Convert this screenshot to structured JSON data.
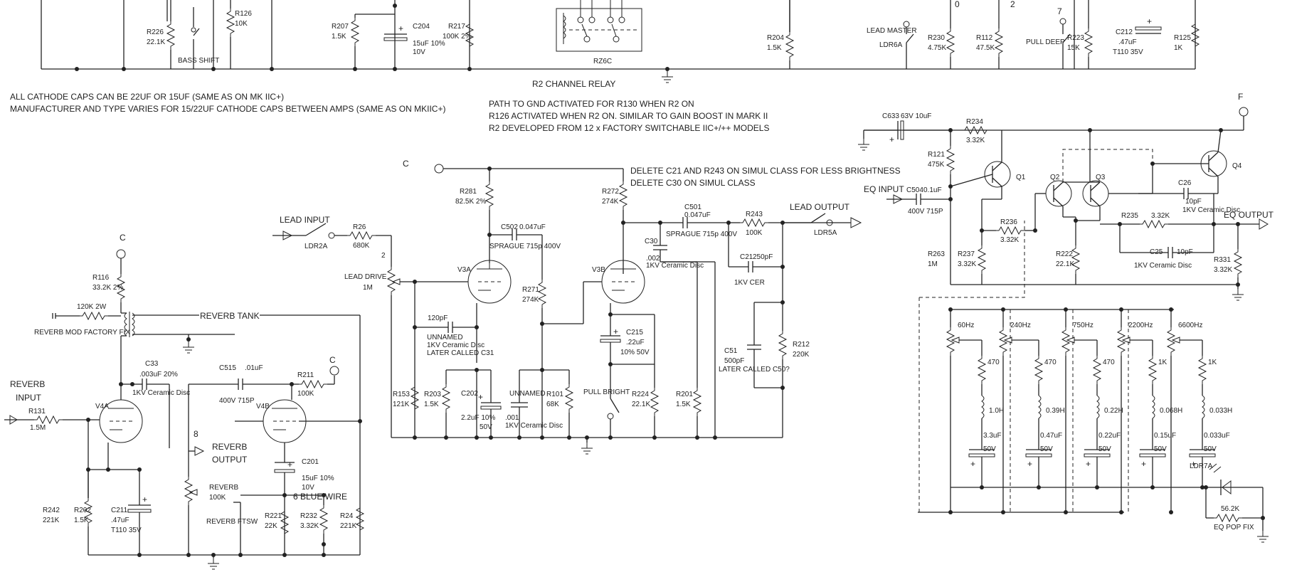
{
  "notes": {
    "cathode_caps": "ALL CATHODE CAPS CAN BE 22UF OR 15UF (SAME AS ON MK IIC+)",
    "manufacturer": "MANUFACTURER AND TYPE VARIES FOR 15/22UF CATHODE CAPS BETWEEN AMPS (SAME AS ON MKIIC+)",
    "path_gnd": "PATH TO GND ACTIVATED FOR R130 WHEN R2 ON",
    "r126_active": "R126 ACTIVATED WHEN R2 ON. SIMILAR TO GAIN BOOST IN MARK II",
    "r2_developed": "R2 DEVELOPED FROM 12 x FACTORY SWITCHABLE IIC+/++ MODELS",
    "delete_c21": "DELETE C21 AND R243 ON SIMUL CLASS FOR LESS BRIGHTNESS",
    "delete_c30": "DELETE C30 ON SIMUL CLASS"
  },
  "top": {
    "r226": "R226",
    "r226_val": "22.1K",
    "r126": "R126",
    "r126_val": "10K",
    "bass_shift": "BASS SHIFT",
    "r207": "R207",
    "r207_val": "1.5K",
    "c204": "C204",
    "c204_val1": "15uF 10%",
    "c204_val2": "10V",
    "r217": "R217",
    "r217_val": "100K 2%",
    "rz6c": "RZ6C",
    "r2_relay": "R2 CHANNEL RELAY",
    "r204": "R204",
    "r204_val": "1.5K",
    "lead_master": "LEAD MASTER",
    "ldr6a": "LDR6A",
    "num0": "0",
    "num2": "2",
    "num7": "7",
    "r230": "R230",
    "r230_val": "4.75K",
    "r112": "R112",
    "r112_val": "47.5K",
    "pull_deep": "PULL DEEP",
    "r223": "R223",
    "r223_val": "15K",
    "c212": "C212",
    "c212_val1": ".47uF",
    "c212_val2": "T110 35V",
    "r125": "R125",
    "r125_val": "1K"
  },
  "mid": {
    "c_label": "C",
    "r281": "R281",
    "r281_val": "82.5K 2%",
    "c502": "C502",
    "c502_val": "0.047uF",
    "c502_type": "SPRAGUE 715p 400V",
    "r272": "R272",
    "r272_val": "274K",
    "c501": "C501",
    "c501_val": "0.047uF",
    "c501_type": "SPRAGUE 715p 400V",
    "r243": "R243",
    "r243_val": "100K",
    "lead_output": "LEAD OUTPUT",
    "ldr5a": "LDR5A",
    "lead_input": "LEAD INPUT",
    "ldr2a": "LDR2A",
    "r26": "R26",
    "r26_val": "680K",
    "num2": "2",
    "lead_drive": "LEAD DRIVE",
    "lead_drive_val": "1M",
    "v3a": "V3A",
    "v3b": "V3B",
    "r271": "R271",
    "r271_val": "274K",
    "c30": "C30",
    "c30_val": ".002",
    "c30_type": "1KV Ceramic Disc",
    "c21": "C21",
    "c21_val": "250pF",
    "c21_type": "1KV CER",
    "c120": "120pF",
    "unnamed1": "UNNAMED",
    "unnamed1_type": "1KV Ceramic Disc",
    "later_c31": "LATER CALLED C31",
    "c215": "C215",
    "c215_val": ".22uF",
    "c215_v": "10% 50V",
    "c51": "C51",
    "c51_val": "500pF",
    "later_c50": "LATER CALLED C50?",
    "r212": "R212",
    "r212_val": "220K",
    "r153": "R153",
    "r153_val": "121K",
    "r203": "R203",
    "r203_val": "1.5K",
    "c202": "C202",
    "c202_val": "2.2uF 10%",
    "c202_v": "50V",
    "unnamed2": "UNNAMED",
    "unnamed2_val": ".001",
    "unnamed2_type": "1KV Ceramic Disc",
    "r101": "R101",
    "r101_val": "68K",
    "pull_bright": "PULL BRIGHT",
    "r224": "R224",
    "r224_val": "22.1K",
    "r201": "R201",
    "r201_val": "1.5K"
  },
  "reverb": {
    "c_label": "C",
    "r116": "R116",
    "r116_val": "33.2K 2%",
    "r120k": "120K 2W",
    "reverb_tank": "REVERB TANK",
    "mod_fix": "REVERB MOD FACTORY FIX",
    "c33": "C33",
    "c33_val": ".003uF 20%",
    "c33_type": "1KV Ceramic Disc",
    "c515": "C515",
    "c515_val": ".01uF",
    "c515_type": "400V 715P",
    "r211": "R211",
    "r211_val": "100K",
    "c_label2": "C",
    "reverb_input1": "REVERB",
    "reverb_input2": "INPUT",
    "r131": "R131",
    "r131_val": "1.5M",
    "v4a": "V4A",
    "v4b": "V4B",
    "num8": "8",
    "reverb_output1": "REVERB",
    "reverb_output2": "OUTPUT",
    "c201": "C201",
    "c201_val1": "15uF 10%",
    "c201_val2": "10V",
    "reverb_pot": "REVERB",
    "reverb_pot_val": "100K",
    "blue_wire": "6 BLUE WIRE",
    "reverb_ftsw": "REVERB FTSW",
    "r242": "R242",
    "r242_val": "221K",
    "r202": "R202",
    "r202_val": "1.5K",
    "c211": "C211",
    "c211_val1": ".47uF",
    "c211_val2": "T110 35V",
    "r221": "R221",
    "r221_val": "22K",
    "r232": "R232",
    "r232_val": "3.32K",
    "r24": "R24",
    "r24_val": "221K"
  },
  "eq": {
    "f_label": "F",
    "c633": "C633",
    "c633_val": "63V 10uF",
    "r234": "R234",
    "r234_val": "3.32K",
    "r121": "R121",
    "r121_val": "475K",
    "q1": "Q1",
    "q2": "Q2",
    "q3": "Q3",
    "q4": "Q4",
    "eq_input": "EQ INPUT",
    "c504": "C504",
    "c504_val": "0.1uF",
    "c504_type": "400V 715P",
    "c26": "C26",
    "c26_val": "10pF",
    "c26_type": "1KV Ceramic Disc",
    "eq_output": "EQ OUTPUT",
    "r236": "R236",
    "r236_val": "3.32K",
    "r235": "R235",
    "r235_val": "3.32K",
    "r263": "R263",
    "r263_val": "1M",
    "r237": "R237",
    "r237_val": "3.32K",
    "r222": "R222",
    "r222_val": "22.1K",
    "c25": "C25",
    "c25_val": "10pF",
    "c25_type": "1KV Ceramic Disc",
    "r331": "R331",
    "r331_val": "3.32K",
    "bands": [
      {
        "freq": "60Hz",
        "r": "470",
        "l": "1.0H",
        "c": "3.3uF",
        "v": "50V"
      },
      {
        "freq": "240Hz",
        "r": "470",
        "l": "0.39H",
        "c": "0.47uF",
        "v": "50V"
      },
      {
        "freq": "750Hz",
        "r": "470",
        "l": "0.22H",
        "c": "0.22uF",
        "v": "50V"
      },
      {
        "freq": "2200Hz",
        "r": "1K",
        "l": "0.068H",
        "c": "0.15uF",
        "v": "50V"
      },
      {
        "freq": "6600Hz",
        "r": "1K",
        "l": "0.033H",
        "c": "0.033uF",
        "v": "50V"
      }
    ],
    "ldr7a": "LDR7A",
    "r56k": "56.2K",
    "eq_pop_fix": "EQ POP FIX"
  }
}
